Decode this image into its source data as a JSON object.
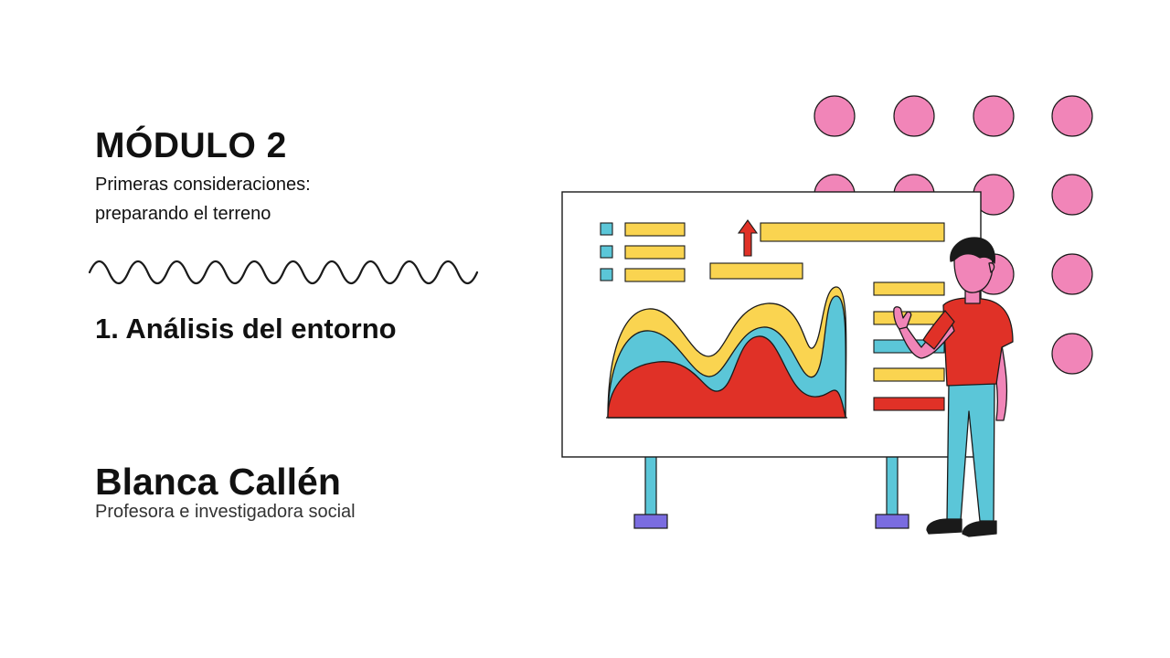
{
  "slide": {
    "module_title": "MÓDULO 2",
    "module_subtitle": "Primeras consideraciones: preparando el terreno",
    "section_title": "1. Análisis del entorno",
    "author_name": "Blanca Callén",
    "author_role": "Profesora e investigadora social"
  },
  "colors": {
    "pink": "#F185B8",
    "yellow": "#FAD450",
    "teal": "#5BC6D8",
    "red": "#E03127",
    "purple": "#7A6CE0",
    "dark": "#1A1A1A"
  },
  "icons": {
    "dot_grid": "pink-dot-grid",
    "arrow": "arrow-up-icon",
    "figure": "presenter-figure"
  }
}
